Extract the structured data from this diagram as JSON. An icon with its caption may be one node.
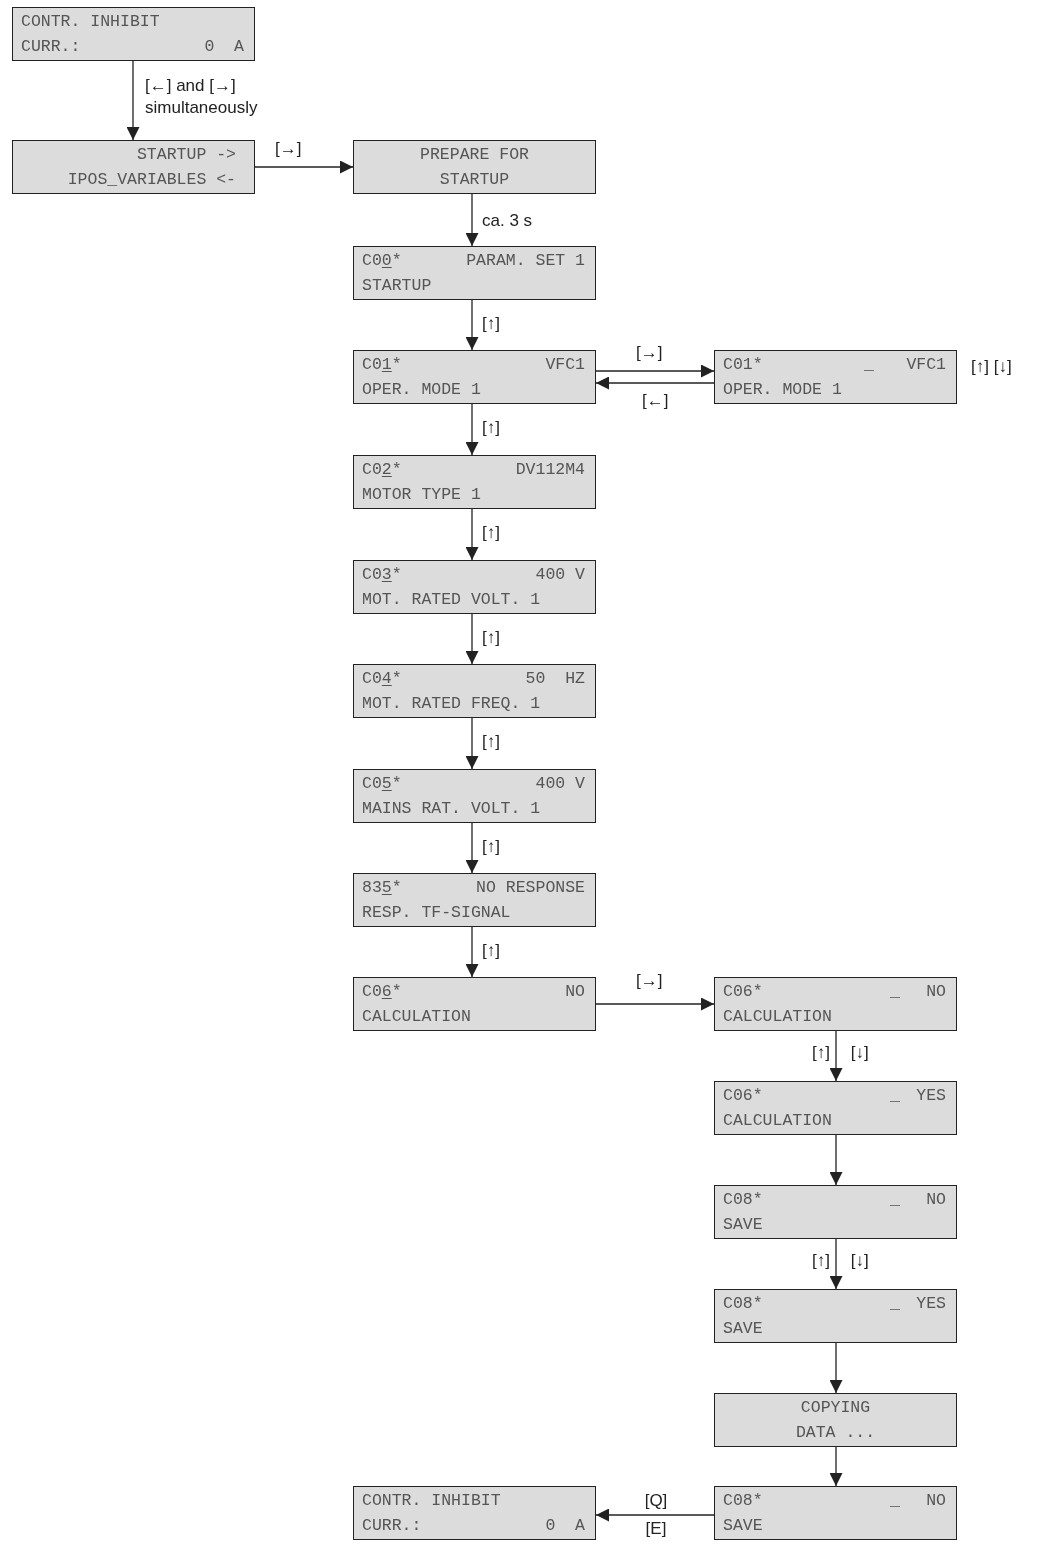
{
  "diagram": {
    "nodes": [
      {
        "text": [
          "CONTR. INHIBIT",
          "CURR.:",
          "0  A"
        ]
      },
      {
        "text": [
          "STARTUP ->",
          "IPOS_VARIABLES <-"
        ]
      },
      {
        "text": [
          "PREPARE FOR",
          "STARTUP"
        ]
      },
      {
        "text": [
          "C00*",
          "PARAM. SET 1",
          "STARTUP"
        ]
      },
      {
        "text": [
          "C01*",
          "VFC1",
          "OPER. MODE 1"
        ]
      },
      {
        "text": [
          "C01*",
          "_",
          "VFC1",
          "OPER. MODE 1"
        ],
        "beside": [
          "[↑] [↓]"
        ]
      },
      {
        "text": [
          "C02*",
          "DV112M4",
          "MOTOR TYPE 1"
        ]
      },
      {
        "text": [
          "C03*",
          "400 V",
          "MOT. RATED VOLT. 1"
        ]
      },
      {
        "text": [
          "C04*",
          "50  HZ",
          "MOT. RATED FREQ. 1"
        ]
      },
      {
        "text": [
          "C05*",
          "400 V",
          "MAINS RAT. VOLT. 1"
        ]
      },
      {
        "text": [
          "835*",
          "NO RESPONSE",
          "RESP. TF-SIGNAL"
        ]
      },
      {
        "text": [
          "C06*",
          "NO",
          "CALCULATION"
        ]
      },
      {
        "text": [
          "C06*",
          "_",
          "NO",
          "CALCULATION"
        ]
      },
      {
        "text": [
          "C06*",
          "_",
          "YES",
          "CALCULATION"
        ]
      },
      {
        "text": [
          "C08*",
          "_",
          "NO",
          "SAVE"
        ]
      },
      {
        "text": [
          "C08*",
          "_",
          "YES",
          "SAVE"
        ]
      },
      {
        "text": [
          "COPYING",
          "DATA ..."
        ]
      },
      {
        "text": [
          "CONTR. INHIBIT",
          "CURR.:",
          "0  A"
        ]
      },
      {
        "text": [
          "C08*",
          "_",
          "NO",
          "SAVE"
        ]
      }
    ],
    "edges": [
      {
        "from": 0,
        "to": 1,
        "arrow": "to",
        "label": "[←] and [→] simultaneously"
      },
      {
        "from": 1,
        "to": 2,
        "arrow": "to",
        "label": "[→]"
      },
      {
        "from": 2,
        "to": 3,
        "arrow": "to",
        "label": "ca. 3 s"
      },
      {
        "from": 3,
        "to": 4,
        "arrow": "to",
        "label": "[↑]"
      },
      {
        "from": 4,
        "to": 5,
        "arrow": "to",
        "label": "[→]"
      },
      {
        "from": 5,
        "to": 4,
        "arrow": "to",
        "label": "[←]"
      },
      {
        "from": 4,
        "to": 6,
        "arrow": "to",
        "label": "[↑]"
      },
      {
        "from": 6,
        "to": 7,
        "arrow": "to",
        "label": "[↑]"
      },
      {
        "from": 7,
        "to": 8,
        "arrow": "to",
        "label": "[↑]"
      },
      {
        "from": 8,
        "to": 9,
        "arrow": "to",
        "label": "[↑]"
      },
      {
        "from": 9,
        "to": 10,
        "arrow": "to",
        "label": "[↑]"
      },
      {
        "from": 10,
        "to": 11,
        "arrow": "to",
        "label": "[↑]"
      },
      {
        "from": 11,
        "to": 12,
        "arrow": "to",
        "label": "[→]"
      },
      {
        "from": 12,
        "to": 13,
        "arrow": "to",
        "label": "[↑] [↓]"
      },
      {
        "from": 13,
        "to": 14,
        "arrow": "to"
      },
      {
        "from": 14,
        "to": 15,
        "arrow": "to",
        "label": "[↑] [↓]"
      },
      {
        "from": 15,
        "to": 16,
        "arrow": "to"
      },
      {
        "from": 16,
        "to": 18,
        "arrow": "to"
      },
      {
        "from": 18,
        "to": 17,
        "arrow": "to",
        "label": "[Q] [E]"
      }
    ]
  }
}
